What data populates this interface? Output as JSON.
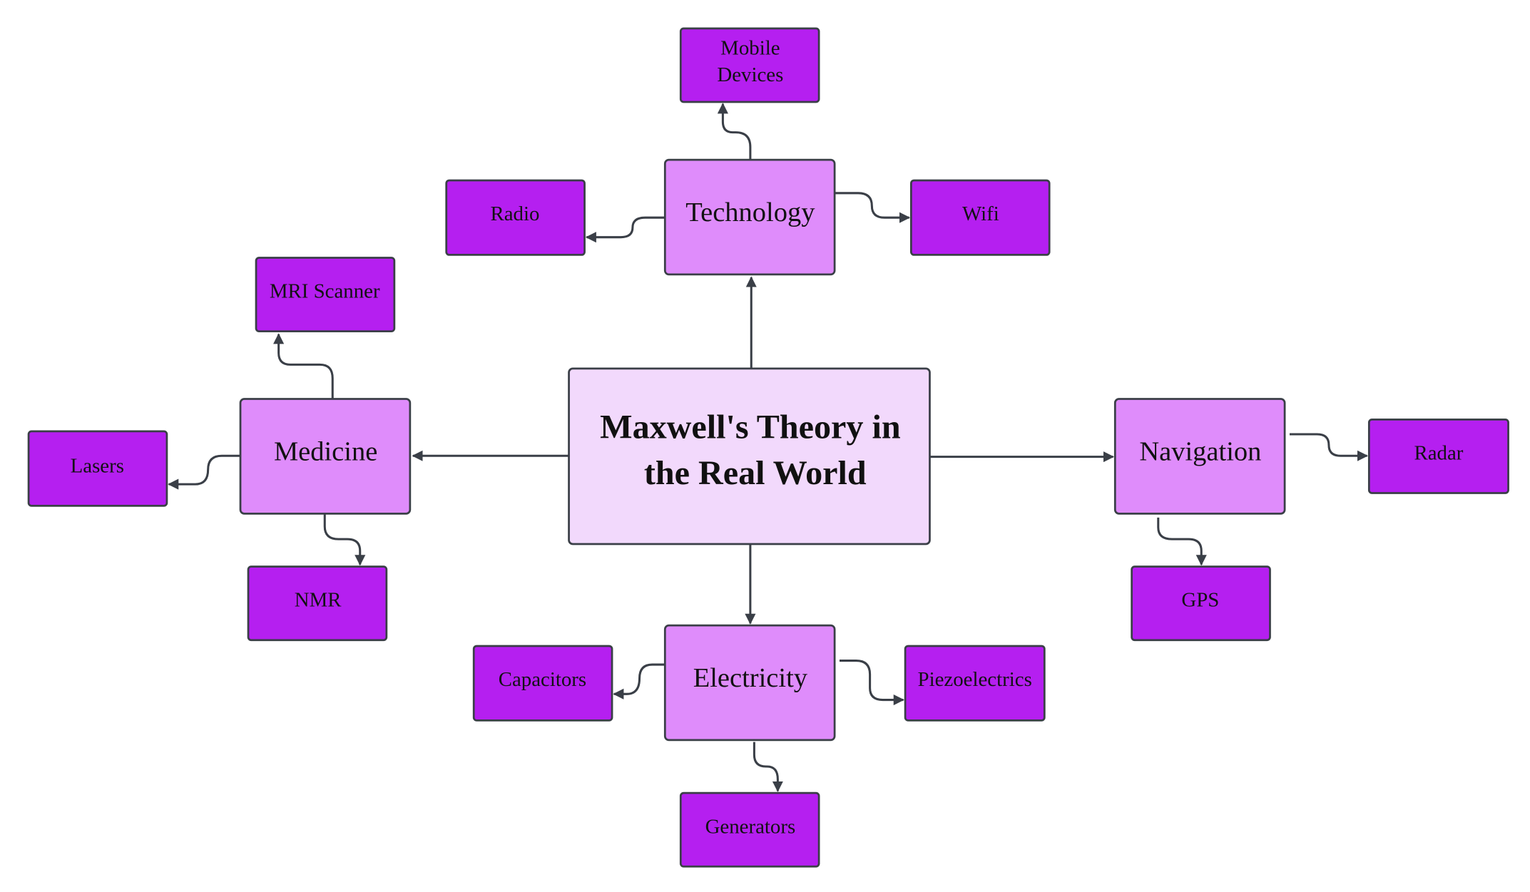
{
  "colors": {
    "root": "#f2d9fc",
    "category": "#df8cfb",
    "leaf": "#b51ff0",
    "stroke": "#3a3f47"
  },
  "root": {
    "line1": "Maxwell's Theory in",
    "line2": "the Real World"
  },
  "categories": {
    "technology": "Technology",
    "medicine": "Medicine",
    "navigation": "Navigation",
    "electricity": "Electricity"
  },
  "leaves": {
    "mobile_line1": "Mobile",
    "mobile_line2": "Devices",
    "radio": "Radio",
    "wifi": "Wifi",
    "mri": "MRI Scanner",
    "lasers": "Lasers",
    "nmr": "NMR",
    "radar": "Radar",
    "gps": "GPS",
    "capacitors": "Capacitors",
    "piezoelectrics": "Piezoelectrics",
    "generators": "Generators"
  }
}
